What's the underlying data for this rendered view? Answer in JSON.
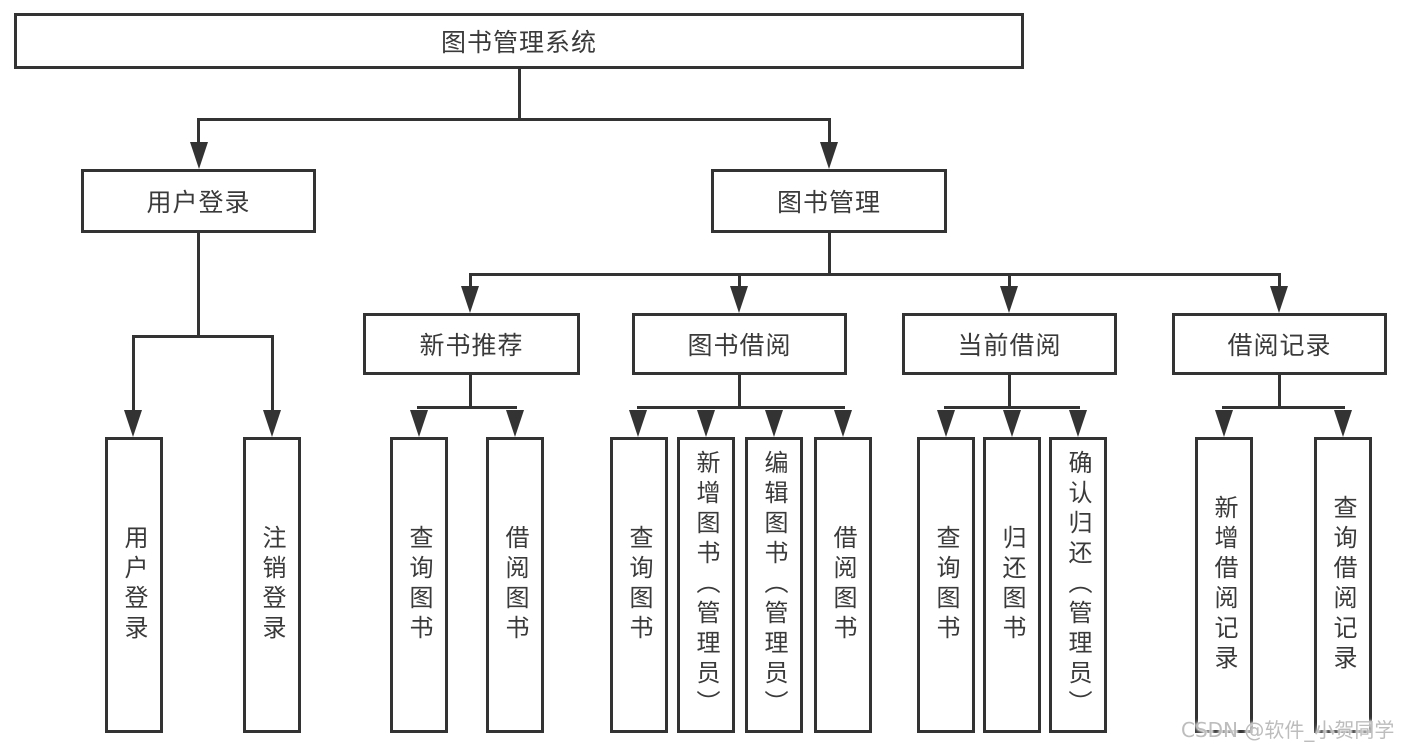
{
  "colors": {
    "line": "#333333",
    "text": "#3a3a3a",
    "background": "#ffffff",
    "watermark": "#bdbdbd"
  },
  "watermark": "CSDN @软件_小贺同学",
  "nodes": {
    "root": "图书管理系统",
    "user_login": "用户登录",
    "book_management": "图书管理",
    "new_book_recommend": "新书推荐",
    "book_borrow": "图书借阅",
    "current_borrow": "当前借阅",
    "borrow_record": "借阅记录",
    "leaf_user_login": "用户登录",
    "leaf_logout": "注销登录",
    "leaf_rec_query_book": "查询图书",
    "leaf_rec_borrow_book": "借阅图书",
    "leaf_bb_query_book": "查询图书",
    "leaf_bb_add_book": "新增图书（管理员）",
    "leaf_bb_edit_book": "编辑图书（管理员）",
    "leaf_bb_borrow_book": "借阅图书",
    "leaf_cb_query_book": "查询图书",
    "leaf_cb_return_book": "归还图书",
    "leaf_cb_confirm_return": "确认归还（管理员）",
    "leaf_br_add_record": "新增借阅记录",
    "leaf_br_query_record": "查询借阅记录"
  }
}
